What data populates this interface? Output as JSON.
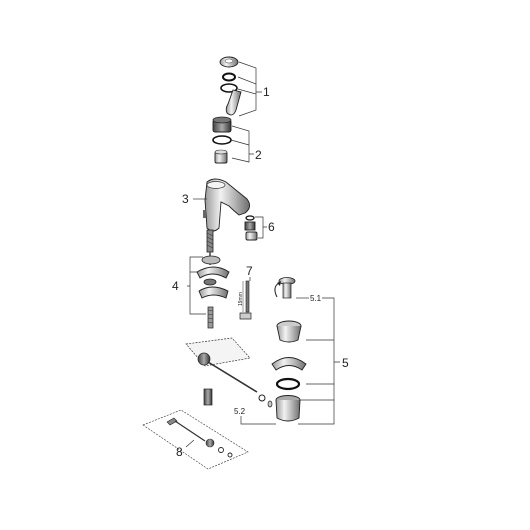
{
  "labels": {
    "p1": "1",
    "p2": "2",
    "p3": "3",
    "p4": "4",
    "p5": "5",
    "p51": "5.1",
    "p52": "5.2",
    "p6": "6",
    "p7": "7",
    "p8": "8",
    "dim": "19mm"
  }
}
